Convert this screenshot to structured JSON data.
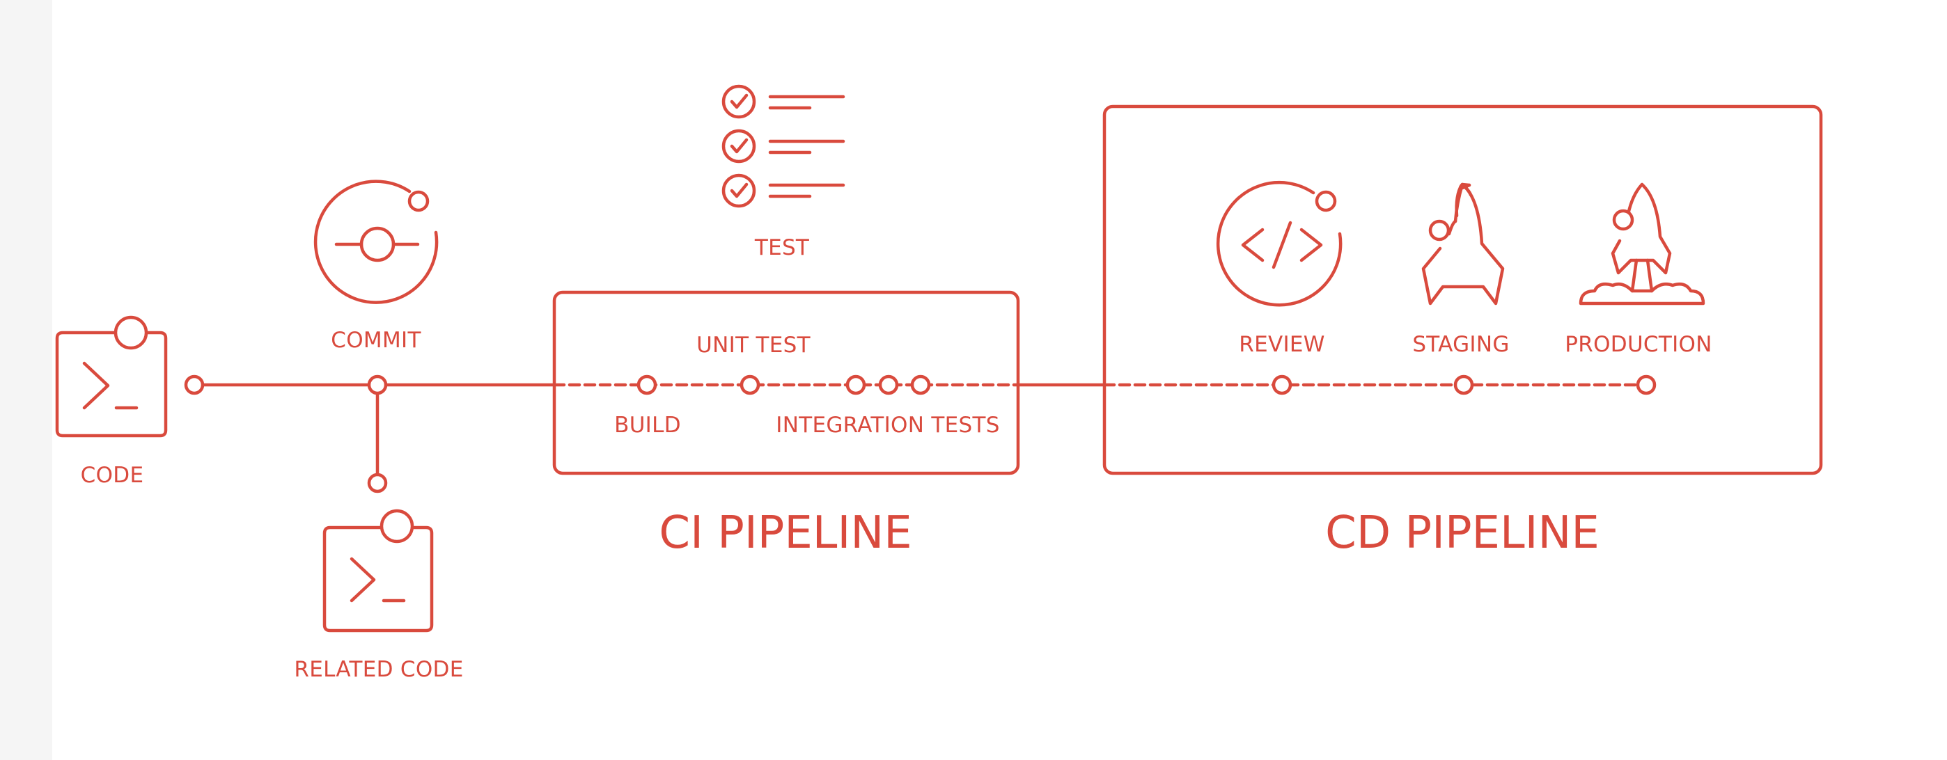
{
  "colors": {
    "accent": "#D94A3D",
    "background": "#ffffff",
    "left_margin": "#f5f5f5"
  },
  "labels": {
    "code": "CODE",
    "commit": "COMMIT",
    "related_code": "RELATED CODE",
    "test": "TEST",
    "unit_test": "UNIT TEST",
    "build": "BUILD",
    "integration_tests": "INTEGRATION TESTS",
    "ci_pipeline": "CI PIPELINE",
    "review": "REVIEW",
    "staging": "STAGING",
    "production": "PRODUCTION",
    "cd_pipeline": "CD PIPELINE"
  },
  "icons": {
    "code": "terminal-icon",
    "commit": "commit-icon",
    "related_code": "terminal-icon",
    "test": "checklist-icon",
    "review": "code-review-icon",
    "staging": "rocket-icon",
    "production": "rocket-launch-icon"
  }
}
